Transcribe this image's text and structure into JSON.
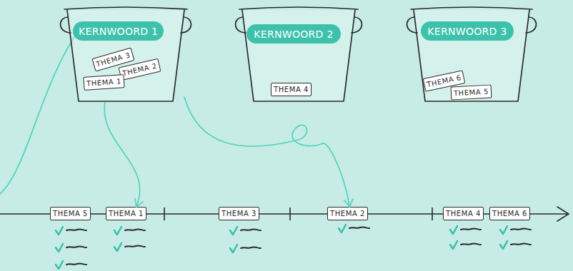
{
  "diagram": {
    "nodes": [
      {
        "text": [
          "KERNWOORD 1"
        ]
      },
      {
        "text": [
          "THEMA 3"
        ],
        "in": 0
      },
      {
        "text": [
          "THEMA 2"
        ],
        "in": 0
      },
      {
        "text": [
          "THEMA 1"
        ],
        "in": 0
      },
      {
        "text": [
          "KERNWOORD 2"
        ]
      },
      {
        "text": [
          "THEMA 4"
        ],
        "in": 4
      },
      {
        "text": [
          "KERNWOORD 3"
        ]
      },
      {
        "text": [
          "THEMA 6"
        ],
        "in": 6
      },
      {
        "text": [
          "THEMA 5"
        ],
        "in": 6
      },
      {
        "text": [
          "THEMA 5"
        ]
      },
      {
        "text": [
          "THEMA 1"
        ]
      },
      {
        "text": [
          "THEMA 3"
        ]
      },
      {
        "text": [
          "THEMA 2"
        ]
      },
      {
        "text": [
          "THEMA 4"
        ]
      },
      {
        "text": [
          "THEMA 6"
        ]
      }
    ],
    "edges": [
      {
        "from": 0,
        "to": 10,
        "arrow": "to"
      },
      {
        "from": 0,
        "to": 12,
        "arrow": "to"
      }
    ]
  }
}
